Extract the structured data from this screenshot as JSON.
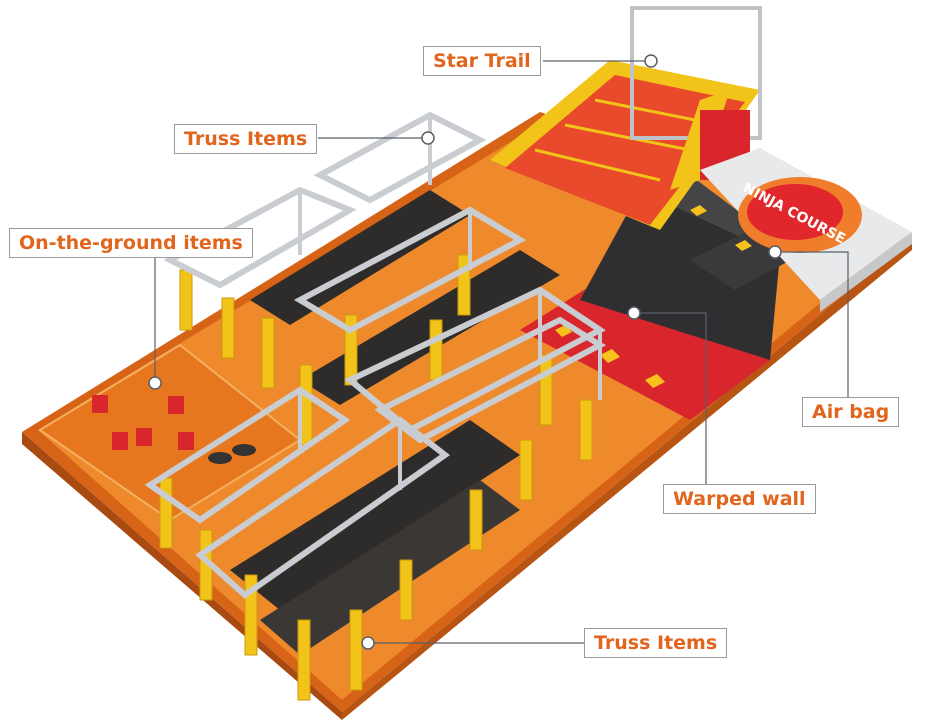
{
  "callouts": {
    "star_trail": "Star Trail",
    "truss_items_top": "Truss Items",
    "on_the_ground_items": "On-the-ground items",
    "air_bag": "Air bag",
    "warped_wall": "Warped wall",
    "truss_items_bottom": "Truss Items"
  },
  "air_bag_logo": "NINJA COURSE",
  "colors": {
    "label_text": "#e1651c",
    "label_border": "#9a9a9a",
    "floor_orange": "#e8741e",
    "track_dark": "#2e2c2b",
    "accent_red": "#d8262c",
    "pillar_yellow": "#f2c318",
    "truss_silver": "#c9ccd0",
    "chevron_yellow": "#f6c21b",
    "airbag_grey": "#e8e9ea"
  }
}
